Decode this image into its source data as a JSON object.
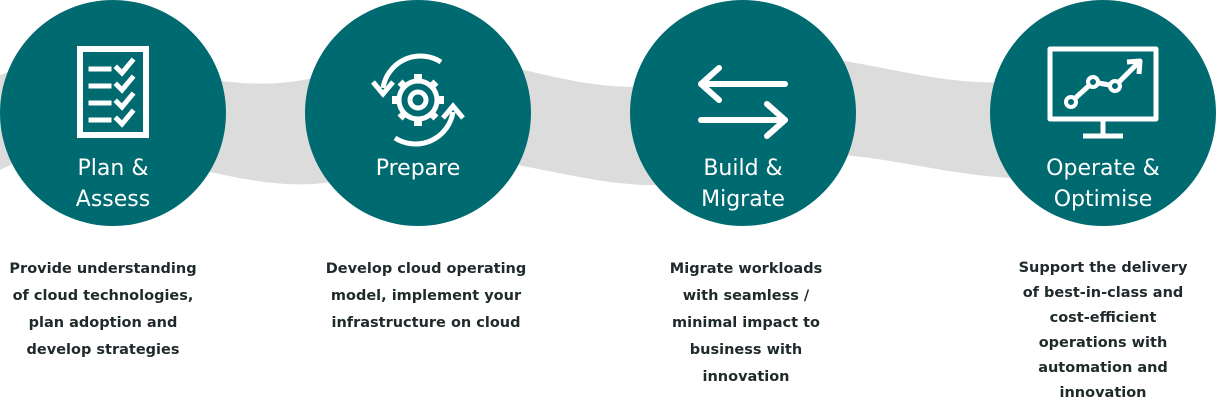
{
  "steps": [
    {
      "title_line1": "Plan &",
      "title_line2": "Assess",
      "icon": "checklist-icon",
      "description": [
        "Provide understanding",
        "of cloud technologies,",
        "plan adoption and",
        "develop strategies"
      ]
    },
    {
      "title_line1": "Prepare",
      "title_line2": "",
      "icon": "gear-cycle-icon",
      "description": [
        "Develop cloud operating",
        "model, implement your",
        "infrastructure on cloud"
      ]
    },
    {
      "title_line1": "Build &",
      "title_line2": "Migrate",
      "icon": "swap-arrows-icon",
      "description": [
        "Migrate workloads",
        "with seamless /",
        "minimal impact to",
        "business with",
        "innovation"
      ]
    },
    {
      "title_line1": "Operate &",
      "title_line2": "Optimise",
      "icon": "monitor-trend-icon",
      "description": [
        "Support the delivery",
        "of best-in-class and",
        "cost-efficient",
        "operations with",
        "automation and",
        "innovation"
      ]
    }
  ],
  "colors": {
    "circle": "#006a71",
    "band": "#dcdcdc",
    "text": "#1f2a2b"
  }
}
